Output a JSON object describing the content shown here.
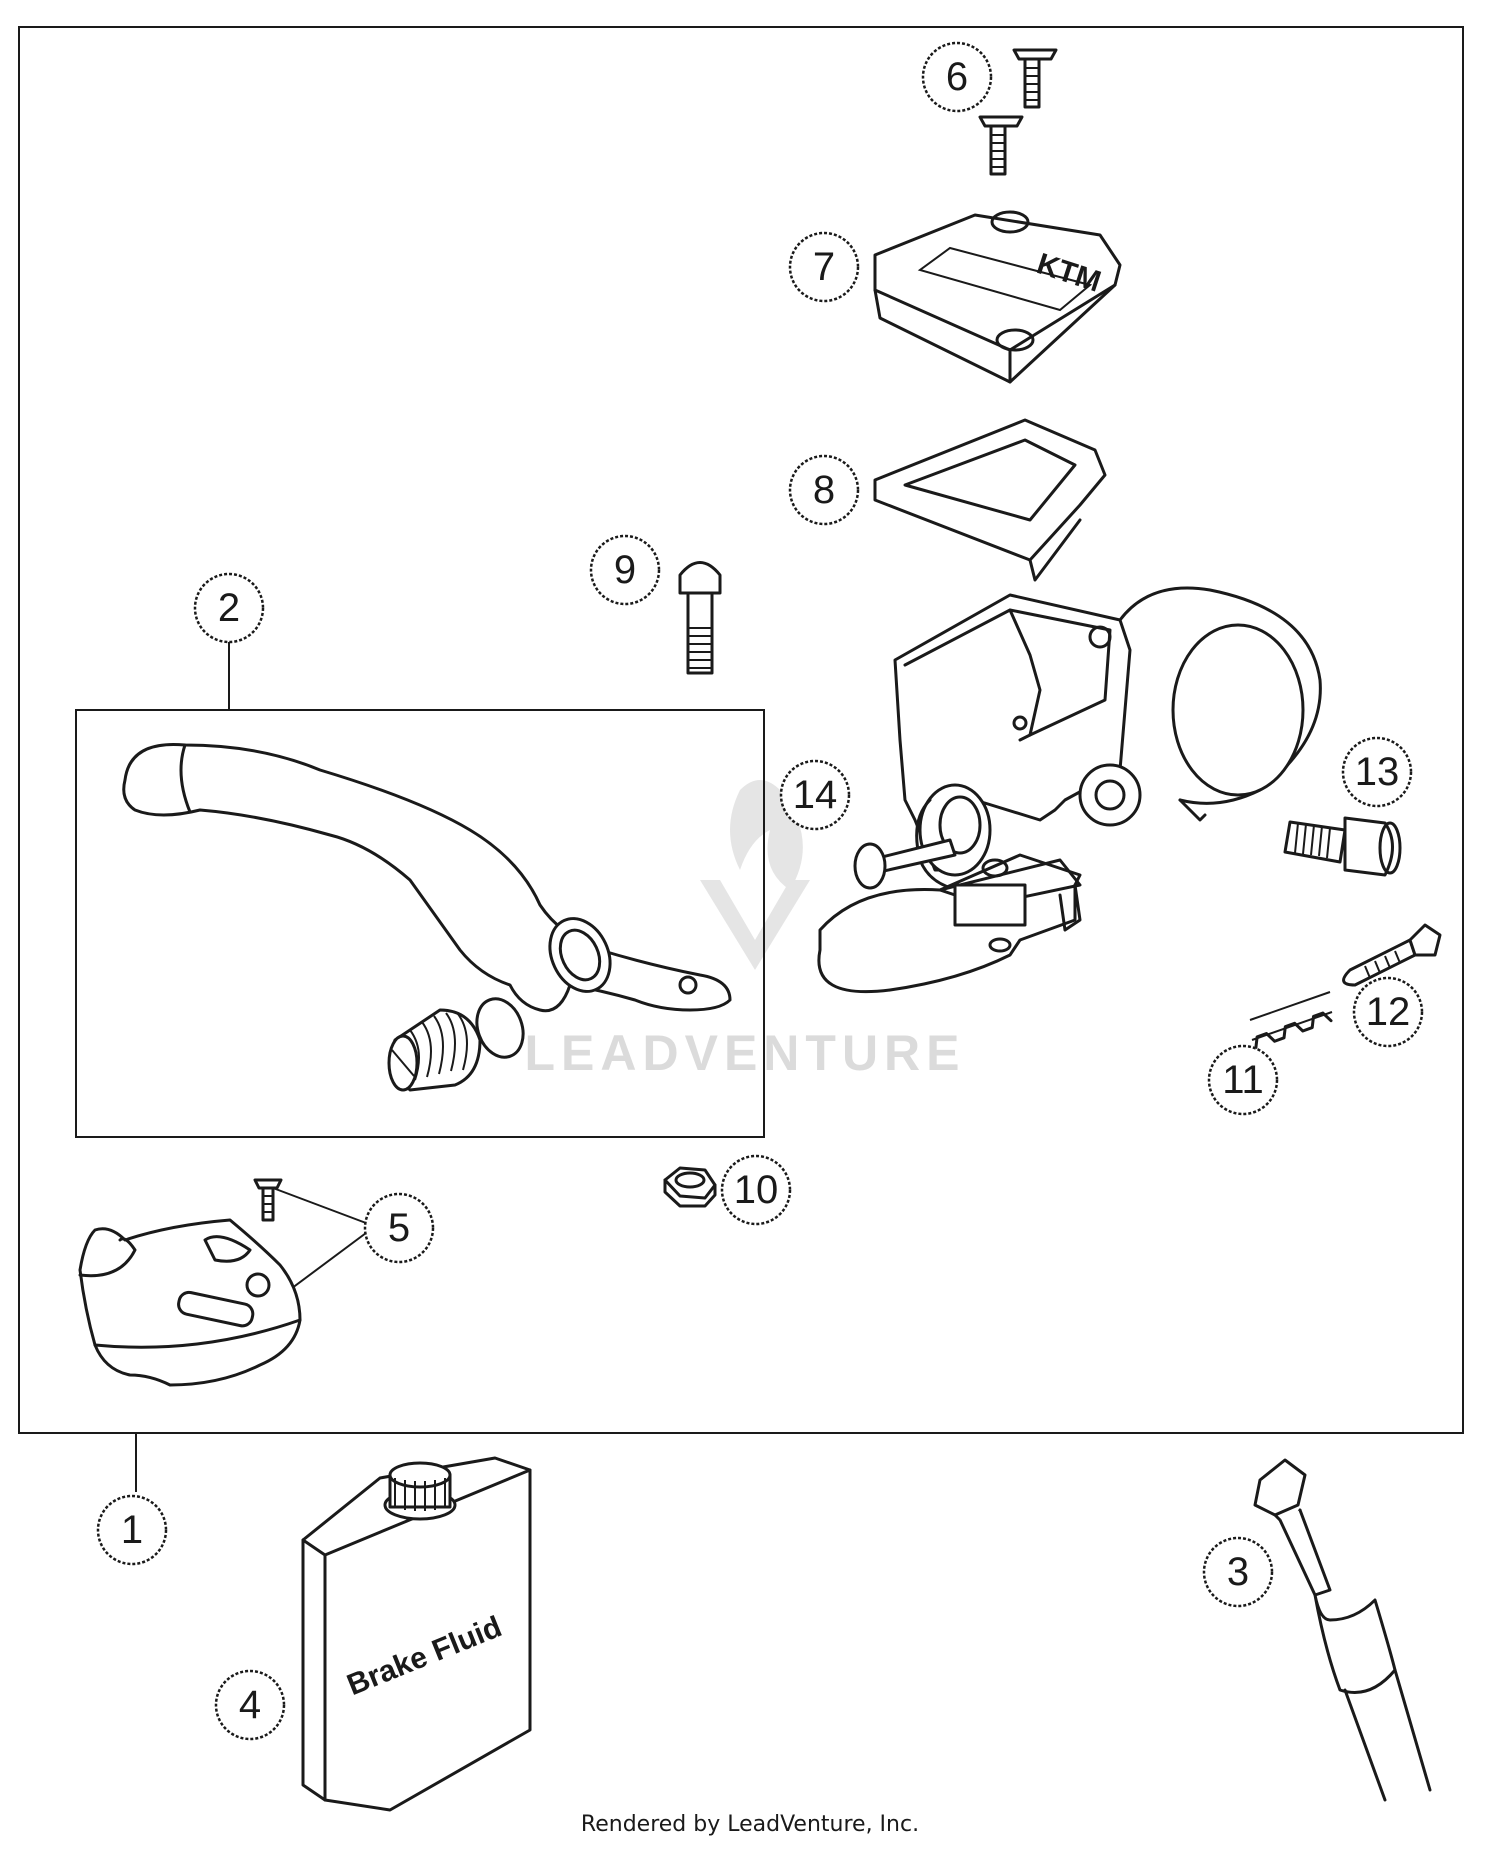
{
  "callouts": [
    {
      "id": "1",
      "label": "1"
    },
    {
      "id": "2",
      "label": "2"
    },
    {
      "id": "3",
      "label": "3"
    },
    {
      "id": "4",
      "label": "4"
    },
    {
      "id": "5",
      "label": "5"
    },
    {
      "id": "6",
      "label": "6"
    },
    {
      "id": "7",
      "label": "7"
    },
    {
      "id": "8",
      "label": "8"
    },
    {
      "id": "9",
      "label": "9"
    },
    {
      "id": "10",
      "label": "10"
    },
    {
      "id": "11",
      "label": "11"
    },
    {
      "id": "12",
      "label": "12"
    },
    {
      "id": "13",
      "label": "13"
    },
    {
      "id": "14",
      "label": "14"
    }
  ],
  "parts": {
    "bottle_label": "Brake Fluid"
  },
  "watermark": "LEADVENTURE",
  "footer": "Rendered by LeadVenture, Inc."
}
